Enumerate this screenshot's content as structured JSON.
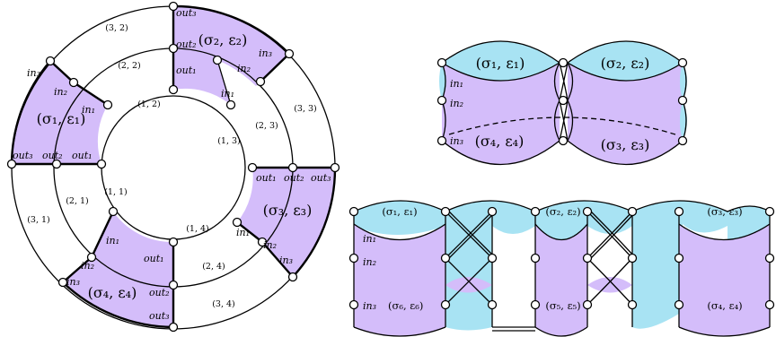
{
  "ring_diagram": {
    "regions": [
      {
        "name": "sigma1",
        "label": "(σ₁, ε₁)"
      },
      {
        "name": "sigma2",
        "label": "(σ₂, ε₂)"
      },
      {
        "name": "sigma3",
        "label": "(σ₃, ε₃)"
      },
      {
        "name": "sigma4",
        "label": "(σ₄, ε₄)"
      }
    ],
    "ports": {
      "out3": "out₃",
      "out2": "out₂",
      "out1": "out₁",
      "in3": "in₃",
      "in2": "in₂",
      "in1": "in₁"
    },
    "edge_labels": [
      "(3, 2)",
      "(2, 2)",
      "(1, 2)",
      "(2, 3)",
      "(3, 3)",
      "(1, 3)",
      "(1, 1)",
      "(2, 1)",
      "(3, 1)",
      "(1, 4)",
      "(2, 4)",
      "(3, 4)"
    ]
  },
  "top_right_diagram": {
    "labels": [
      "(σ₁, ε₁)",
      "(σ₂, ε₂)",
      "(σ₄, ε₄)",
      "(σ₃, ε₃)"
    ],
    "ports": [
      "in₁",
      "in₂",
      "in₃"
    ]
  },
  "bottom_right_diagram": {
    "labels": [
      "(σ₁, ε₁)",
      "(σ₂, ε₂)",
      "(σ₃, ε₃)",
      "(σ₆, ε₆)",
      "(σ₅, ε₅)",
      "(σ₄, ε₄)"
    ],
    "ports": [
      "in₁",
      "in₂",
      "in₃"
    ]
  },
  "colors": {
    "purple": "#d4bdfa",
    "cyan": "#a8e3f3",
    "stroke": "#000000"
  }
}
